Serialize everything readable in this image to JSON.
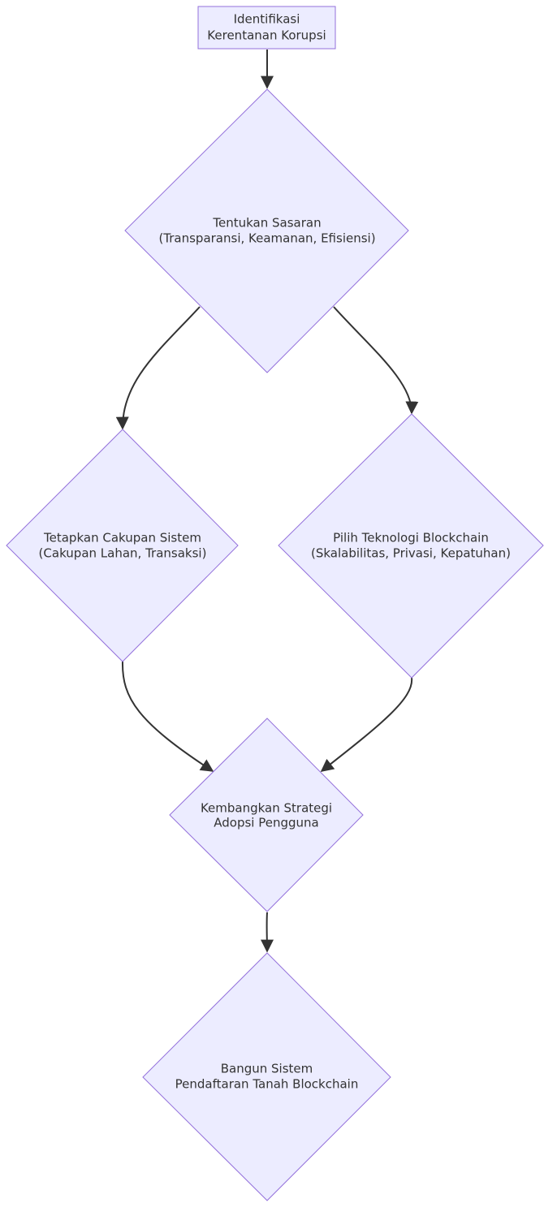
{
  "diagram": {
    "colors": {
      "node_fill": "#ECECFF",
      "node_stroke": "#9370DB",
      "edge": "#333333",
      "text": "#333333"
    },
    "nodes": {
      "start": {
        "line1": "Identifikasi",
        "line2": "Kerentanan Korupsi"
      },
      "goals": {
        "line1": "Tentukan Sasaran",
        "line2": "(Transparansi, Keamanan, Efisiensi)"
      },
      "scope": {
        "line1": "Tetapkan Cakupan Sistem",
        "line2": "(Cakupan Lahan, Transaksi)"
      },
      "tech": {
        "line1": "Pilih Teknologi Blockchain",
        "line2": "(Skalabilitas, Privasi, Kepatuhan)"
      },
      "adoption": {
        "line1": "Kembangkan Strategi",
        "line2": "Adopsi Pengguna"
      },
      "build": {
        "line1": "Bangun Sistem",
        "line2": "Pendaftaran Tanah Blockchain"
      }
    },
    "edges": [
      {
        "from": "start",
        "to": "goals"
      },
      {
        "from": "goals",
        "to": "scope"
      },
      {
        "from": "goals",
        "to": "tech"
      },
      {
        "from": "scope",
        "to": "adoption"
      },
      {
        "from": "tech",
        "to": "adoption"
      },
      {
        "from": "adoption",
        "to": "build"
      }
    ]
  }
}
